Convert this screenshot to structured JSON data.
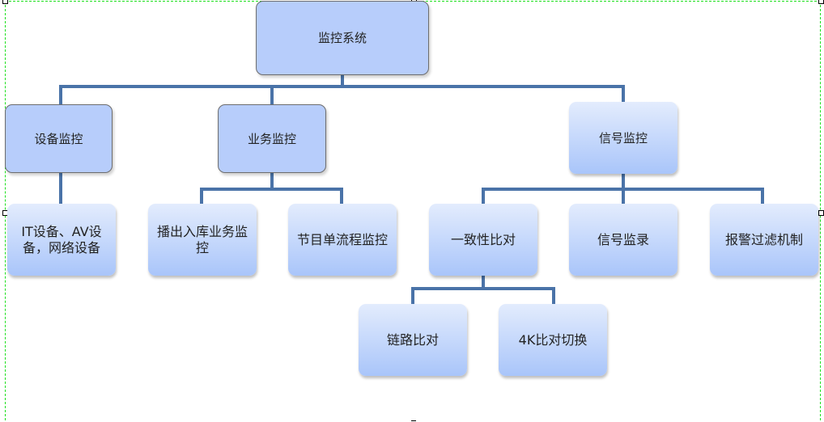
{
  "diagram": {
    "root": "监控系统",
    "level1": [
      "设备监控",
      "业务监控",
      "信号监控"
    ],
    "device_children": [
      "IT设备、AV设备，网络设备"
    ],
    "business_children": [
      "播出入库业务监控",
      "节目单流程监控"
    ],
    "signal_children": [
      "一致性比对",
      "信号监录",
      "报警过滤机制"
    ],
    "consistency_children": [
      "链路比对",
      "4K比对切换"
    ]
  },
  "colors": {
    "connector": "#4a73a8",
    "dark_node": "#b7cdfb",
    "light_node_top": "#e3ecfd",
    "light_node_bottom": "#a9c5fa",
    "selection": "#1ee01e"
  }
}
